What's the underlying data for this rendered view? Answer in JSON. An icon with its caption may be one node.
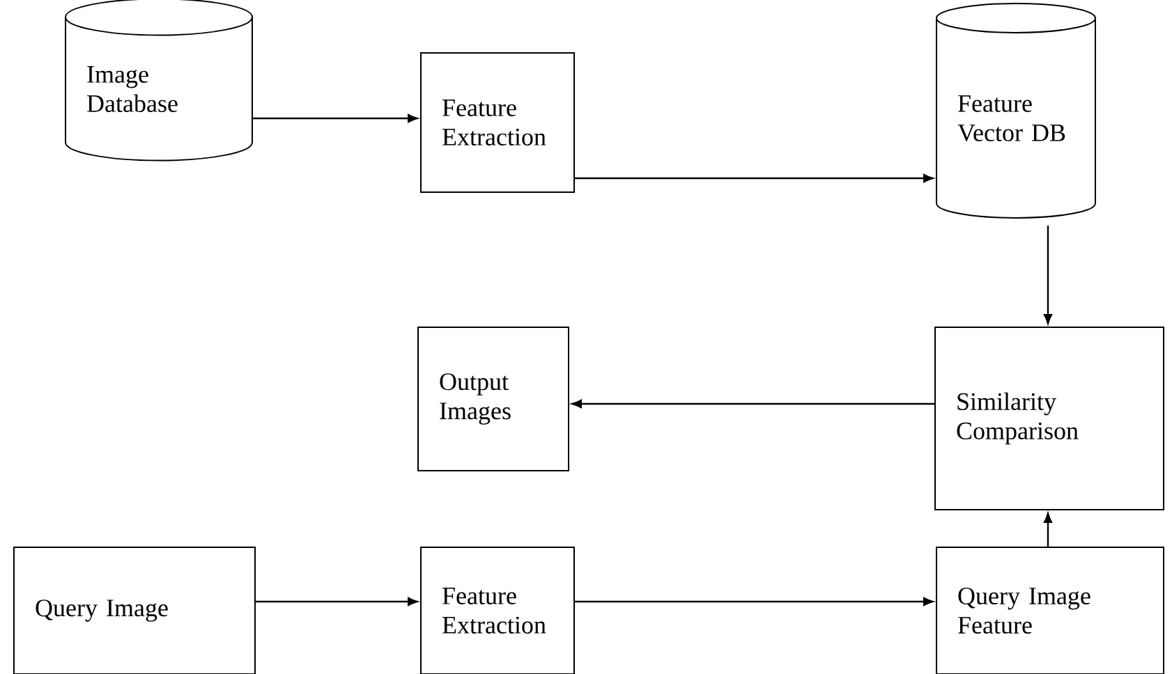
{
  "diagram": {
    "nodes": [
      {
        "text": [
          "Image Database"
        ]
      },
      {
        "text": [
          "Feature Extraction"
        ]
      },
      {
        "text": [
          "Feature Vector DB"
        ]
      },
      {
        "text": [
          "Similarity Comparison"
        ]
      },
      {
        "text": [
          "Output Images"
        ]
      },
      {
        "text": [
          "Query Image"
        ]
      },
      {
        "text": [
          "Feature Extraction"
        ]
      },
      {
        "text": [
          "Query Image Feature"
        ]
      }
    ],
    "edges": [
      {
        "from": 0,
        "to": 1,
        "arrow": "to"
      },
      {
        "from": 1,
        "to": 2,
        "arrow": "to"
      },
      {
        "from": 2,
        "to": 3,
        "arrow": "to"
      },
      {
        "from": 3,
        "to": 4,
        "arrow": "to"
      },
      {
        "from": 5,
        "to": 6,
        "arrow": "to"
      },
      {
        "from": 6,
        "to": 7,
        "arrow": "to"
      },
      {
        "from": 7,
        "to": 3,
        "arrow": "to"
      }
    ]
  }
}
